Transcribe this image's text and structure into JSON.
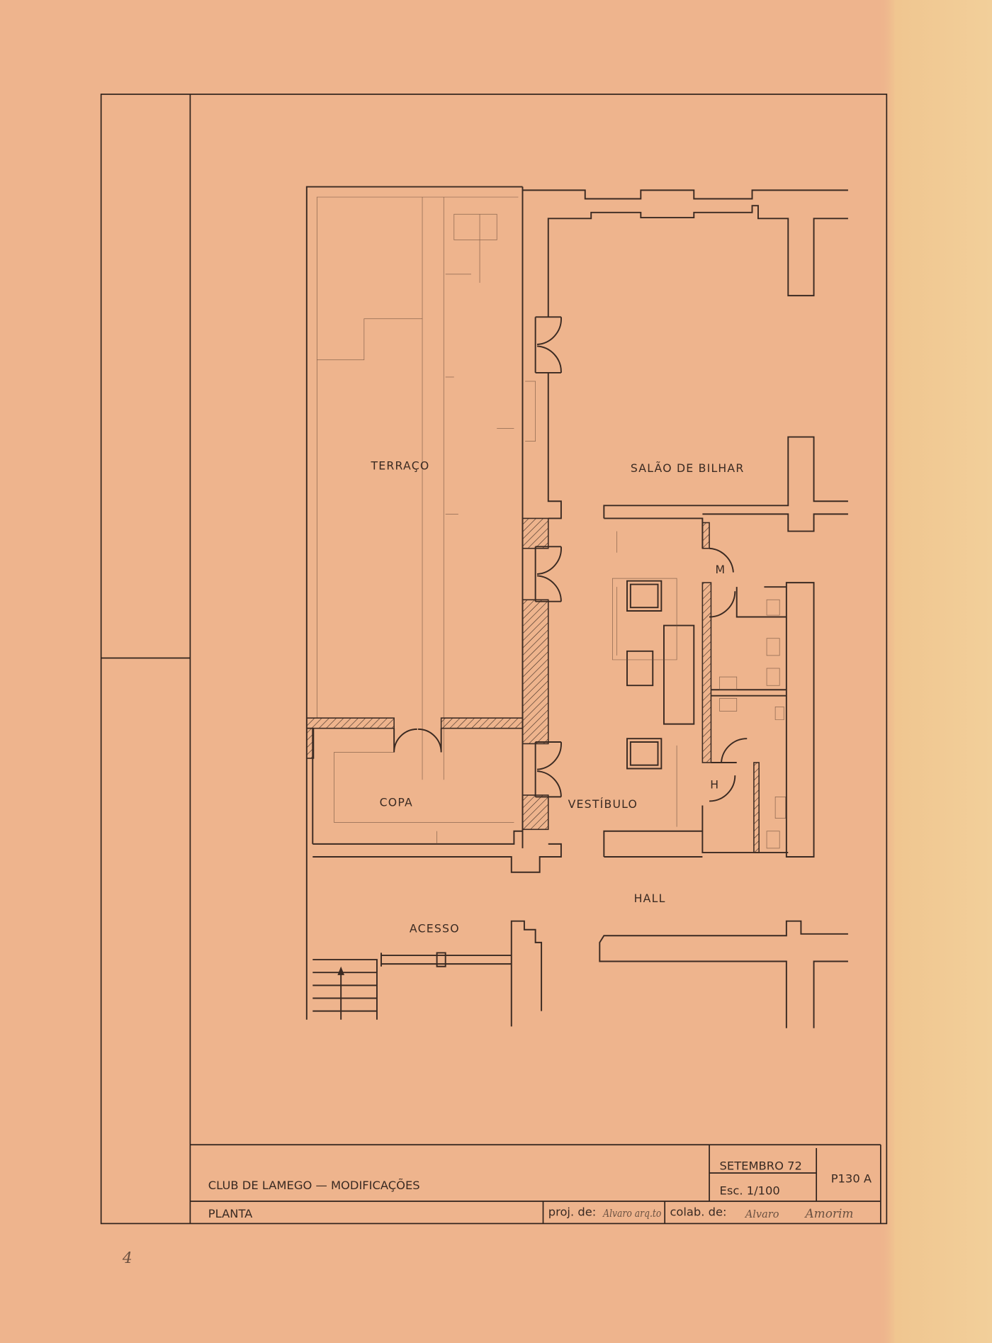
{
  "drawing": {
    "rooms": {
      "terraco": "TERRAÇO",
      "salao": "SALÃO DE BILHAR",
      "copa": "COPA",
      "vestibulo": "VESTÍBULO",
      "hall": "HALL",
      "acesso": "ACESSO",
      "wc_m": "M",
      "wc_h": "H"
    },
    "sheet_note": "4"
  },
  "title_block": {
    "project": "CLUB DE LAMEGO — MODIFICAÇÕES",
    "sheet_type": "PLANTA",
    "date": "SETEMBRO 72",
    "scale": "Esc. 1/100",
    "drawing_number": "P130 A",
    "proj_label": "proj. de:",
    "proj_signature": "Alvaro arq.to",
    "colab_label": "colab. de:",
    "colab_signature_1": "Alvaro",
    "colab_signature_2": "Amorim"
  },
  "colors": {
    "paper": "#eeb48d",
    "ink": "#3b2a22",
    "aged_edge": "#efc58f"
  }
}
